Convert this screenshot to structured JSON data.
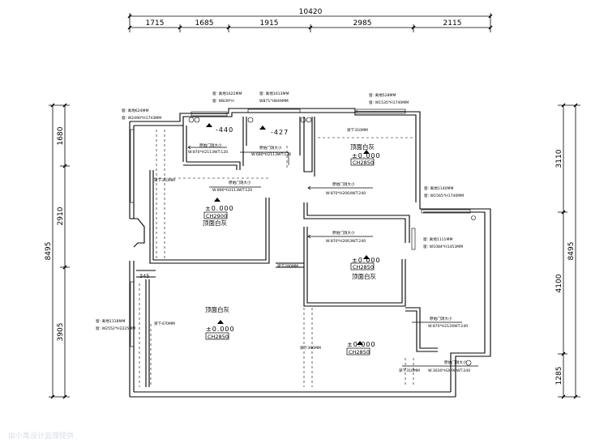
{
  "top_dims": {
    "total": "10420",
    "segments": [
      "1715",
      "1685",
      "1915",
      "2985",
      "2115"
    ]
  },
  "left_dims": {
    "total": "8495",
    "segments": [
      "1680",
      "2910",
      "3905"
    ]
  },
  "right_dims": {
    "total": "8495",
    "segments": [
      "3110",
      "4100",
      "1285"
    ]
  },
  "windows": {
    "w1_line1": "窗: 离地624MM",
    "w1_line2": "窗: W2490*H1743MM",
    "w2_line1": "窗: 离地1622MM",
    "w2_line2": "窗: W839*H",
    "w3_line1": "窗: 离地1613MM",
    "w3_line2": "W871*H849MM",
    "w4_line1": "窗: 离地528MM",
    "w4_line2": "窗: W1535*H1740MM",
    "w5_line1": "窗: 离地1140MM",
    "w5_line2": "窗: W1565*H1740MM",
    "w6_line1": "窗: 离地1111MM",
    "w6_line2": "窗: W1084*H1453MM",
    "w7_line1": "窗: 离地1118MM",
    "w7_line2": "窗: W2552*H2225MM"
  },
  "beams": {
    "b1": "梁下310MM",
    "b2": "梁下310MM",
    "b3": "梁下280MM",
    "b4": "梁下470MM",
    "b5": "梁下390MM",
    "b6": "梁下310MM"
  },
  "levels": {
    "l1": "-440",
    "l2": "-427",
    "l3": "±0.000",
    "l4": "±0.000",
    "l5": "±0.000",
    "l6": "±0.000",
    "l7": "±0.000"
  },
  "ceilings": {
    "c1": "顶面白灰",
    "c2": "顶面白灰",
    "c3": "顶面白灰",
    "c4": "顶面白灰"
  },
  "ceiling_heights": {
    "h1": "CH2850",
    "h2": "CH2900",
    "h3": "CH2850",
    "h4": "CH2850",
    "h5": "CH2850"
  },
  "doors": {
    "d1_title": "原始门洞大小",
    "d1_size": "W:870*H2113WT:120",
    "d2_title": "原始门洞大小",
    "d2_size": "W:680*H2113WT:120",
    "d3_title": "原始门洞大小",
    "d3_size": "W:890*H2113WT:120",
    "d4_title": "原始门洞大小",
    "d4_size": "W:870*H2064WT:240",
    "d5_title": "原始门洞大小",
    "d5_size": "W:870*H2063WT:240",
    "d6_title": "原始门洞大小",
    "d6_size": "W:870*H2126WT:240",
    "d7_title": "原始门洞大小",
    "d7_size": "W:3030*H2090WT:240"
  },
  "misc": {
    "small_dim": "345"
  },
  "watermark": "由小禹设计监理提供"
}
